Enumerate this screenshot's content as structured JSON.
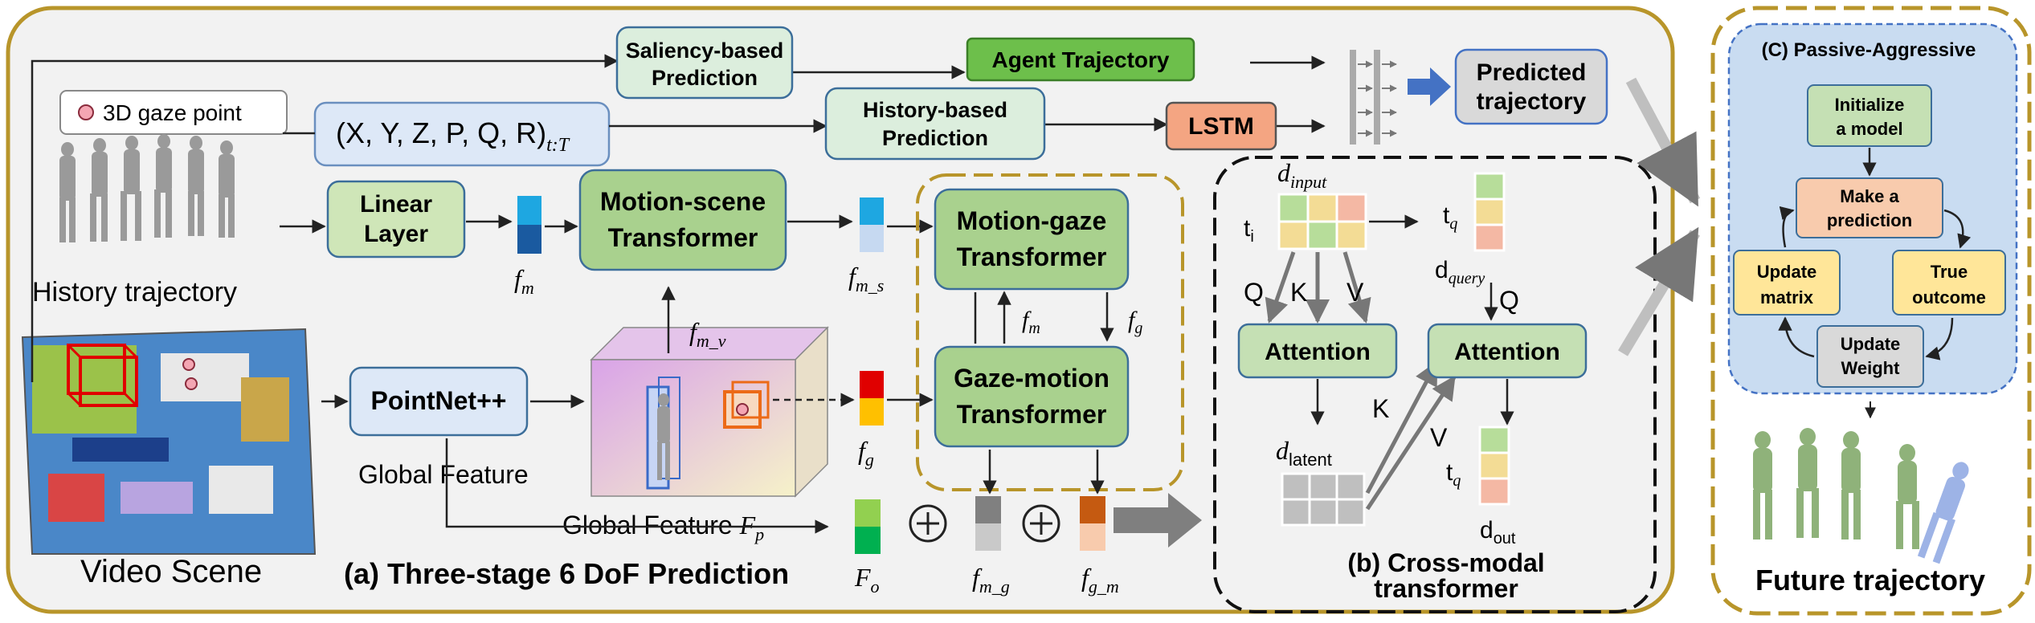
{
  "colors": {
    "accent_gold": "#b8952a",
    "panel_bg": "#f2f2f2",
    "green_box": "#cfe6b8",
    "green_dark": "#6dbf4b",
    "blue_box": "#dde8f7",
    "lstm_orange": "#f4a582",
    "pa_bg": "#c9dcf1",
    "arrow_blue": "#4472c4"
  },
  "legend": {
    "gaze_point": "3D gaze point"
  },
  "inputs": {
    "tuple": "(X, Y, Z, P, Q, R)",
    "tuple_sub": "t:T",
    "history_trajectory": "History trajectory",
    "video_scene": "Video Scene"
  },
  "boxes": {
    "saliency_line1": "Saliency-based",
    "saliency_line2": "Prediction",
    "agent_trajectory": "Agent Trajectory",
    "history_line1": "History-based",
    "history_line2": "Prediction",
    "lstm": "LSTM",
    "predicted_line1": "Predicted",
    "predicted_line2": "trajectory",
    "linear_line1": "Linear",
    "linear_line2": "Layer",
    "motion_scene_line1": "Motion-scene",
    "motion_scene_line2": "Transformer",
    "motion_gaze_line1": "Motion-gaze",
    "motion_gaze_line2": "Transformer",
    "gaze_motion_line1": "Gaze-motion",
    "gaze_motion_line2": "Transformer",
    "pointnet": "PointNet++",
    "attention": "Attention"
  },
  "features": {
    "f_m": "f",
    "f_m_sub": "m",
    "f_ms": "f",
    "f_ms_sub": "m_s",
    "f_mv": "f",
    "f_mv_sub": "m_v",
    "f_g": "f",
    "f_g_sub": "g",
    "f_o": "F",
    "f_o_sub": "o",
    "f_mg": "f",
    "f_mg_sub": "m_g",
    "f_gm": "f",
    "f_gm_sub": "g_m",
    "global_feature": "Global Feature",
    "global_feature_fp": "Global Feature",
    "fp": "F",
    "fp_sub": "p"
  },
  "cross_modal": {
    "d_input": "d",
    "d_input_sub": "input",
    "t_i": "t",
    "t_i_sub": "i",
    "t_q": "t",
    "t_q_sub": "q",
    "d_query": "d",
    "d_query_sub": "query",
    "d_latent": "d",
    "d_latent_sub": "latent",
    "d_out": "d",
    "d_out_sub": "out",
    "q": "Q",
    "k": "K",
    "v": "V",
    "title_line1": "(b) Cross-modal",
    "title_line2": "transformer"
  },
  "captions": {
    "three_stage": "(a) Three-stage 6 DoF Prediction",
    "future_trajectory": "Future trajectory"
  },
  "pa": {
    "title": "(C) Passive-Aggressive",
    "init_line1": "Initialize",
    "init_line2": "a model",
    "make_line1": "Make a",
    "make_line2": "prediction",
    "update_matrix_line1": "Update",
    "update_matrix_line2": "matrix",
    "true_line1": "True",
    "true_line2": "outcome",
    "update_weight_line1": "Update",
    "update_weight_line2": "Weight"
  }
}
